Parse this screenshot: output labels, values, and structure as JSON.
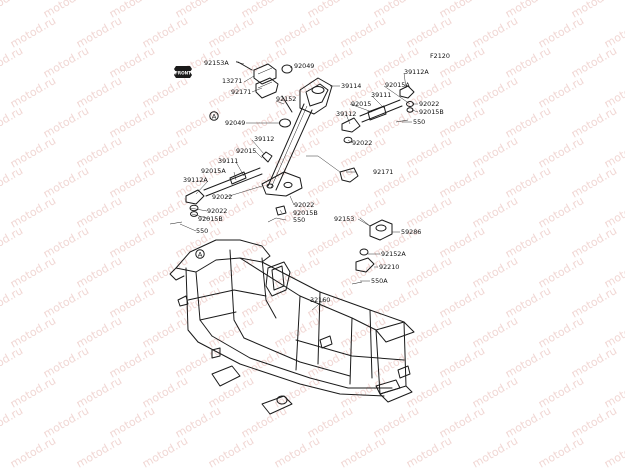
{
  "figure_code": "F2120",
  "watermark_text": "motod.ru",
  "front_marker": "FRONT",
  "callout_letter": "A",
  "part_labels": {
    "p92153A": "92153A",
    "p13271": "13271",
    "p92171_top": "92171",
    "p92049_top": "92049",
    "p39114": "39114",
    "p92152_top": "92152",
    "p92049_mid": "92049",
    "p39112_left": "39112",
    "p92015_left": "92015",
    "p39111_left": "39111",
    "p92015A_left": "92015A",
    "p39112A_left": "39112A",
    "p92022_left_a": "92022",
    "p92022_left_b": "92022",
    "p92015B_left": "92015B",
    "p550_left": "550",
    "p39112A_right": "39112A",
    "p92015A_right": "92015A",
    "p39111_right": "39111",
    "p92022_right_a": "92022",
    "p92015B_right": "92015B",
    "p92015_right": "92015",
    "p39112_right": "39112",
    "p550_right": "550",
    "p92022_right_b": "92022",
    "p92171_right": "92171",
    "p92022_center": "92022",
    "p92015B_center": "92015B",
    "p550_center": "550",
    "p92153_lower": "92153",
    "p59286": "59286",
    "p92152A": "92152A",
    "p92210": "92210",
    "p550A": "550A",
    "p32160": "32160"
  }
}
